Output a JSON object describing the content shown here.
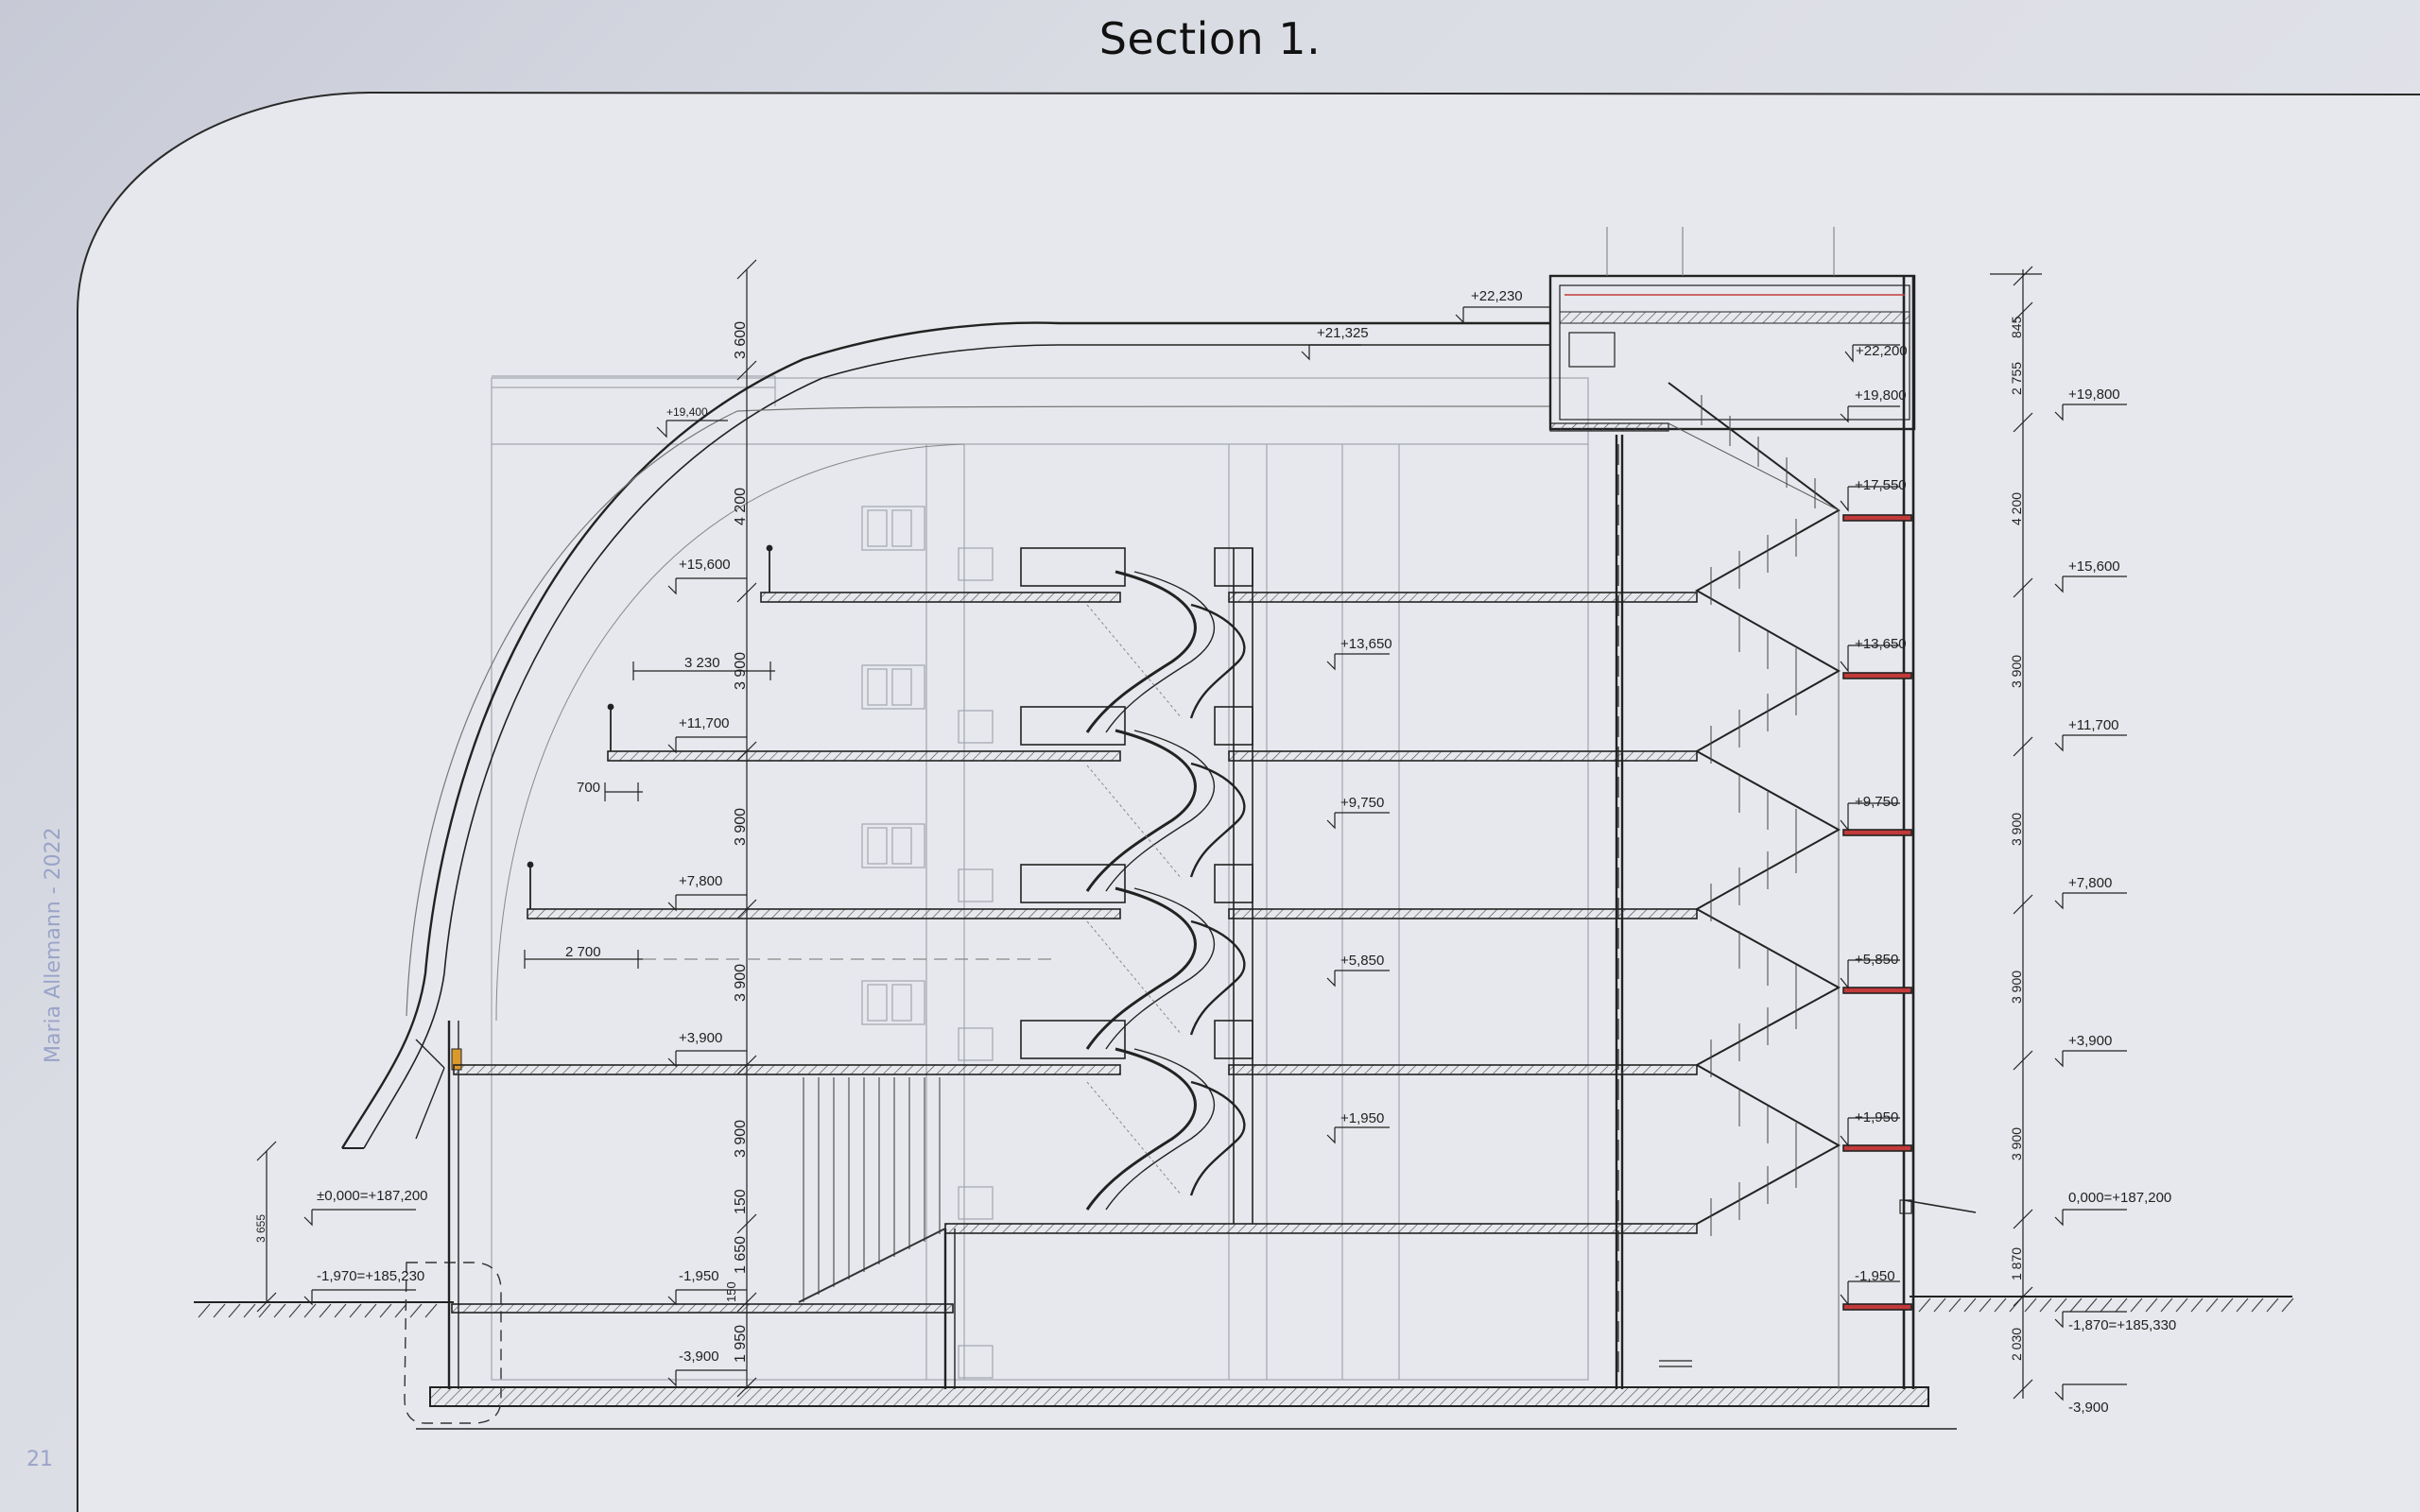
{
  "header": {
    "title": "Section 1."
  },
  "sidebar": {
    "author_year": "Maria Allemann - 2022",
    "page_number": "21"
  },
  "colors": {
    "linework": "#222222",
    "faint": "#8e929c",
    "accent_red": "#c23a3a",
    "accent_orange": "#d99a2b"
  },
  "levels_left": [
    "+15,600",
    "+11,700",
    "+7,800",
    "+3,900",
    "±0,000=+187,200",
    "-1,970=+185,230",
    "-1,950",
    "-3,900",
    "+19,400"
  ],
  "levels_middle": [
    "+13,650",
    "+9,750",
    "+5,850",
    "+1,950"
  ],
  "levels_top": [
    "+22,230",
    "+21,325"
  ],
  "levels_core": [
    "+22,200",
    "+19,800",
    "+17,550",
    "+13,650",
    "+9,750",
    "+5,850",
    "+1,950",
    "-1,950"
  ],
  "levels_right": [
    "+19,800",
    "+15,600",
    "+11,700",
    "+7,800",
    "+3,900",
    "0,000=+187,200",
    "-1,870=+185,330",
    "-3,900"
  ],
  "dims_vertical_left": [
    "3 600",
    "4 200",
    "3 900",
    "3 900",
    "3 900",
    "3 900",
    "150",
    "1 650",
    "150",
    "1 950",
    "3 655"
  ],
  "dims_horizontal": [
    "3 230",
    "700",
    "2 700"
  ],
  "dims_right": [
    "845",
    "2 755",
    "4 200",
    "3 900",
    "3 900",
    "3 900",
    "3 900",
    "1 870",
    "2 030"
  ]
}
